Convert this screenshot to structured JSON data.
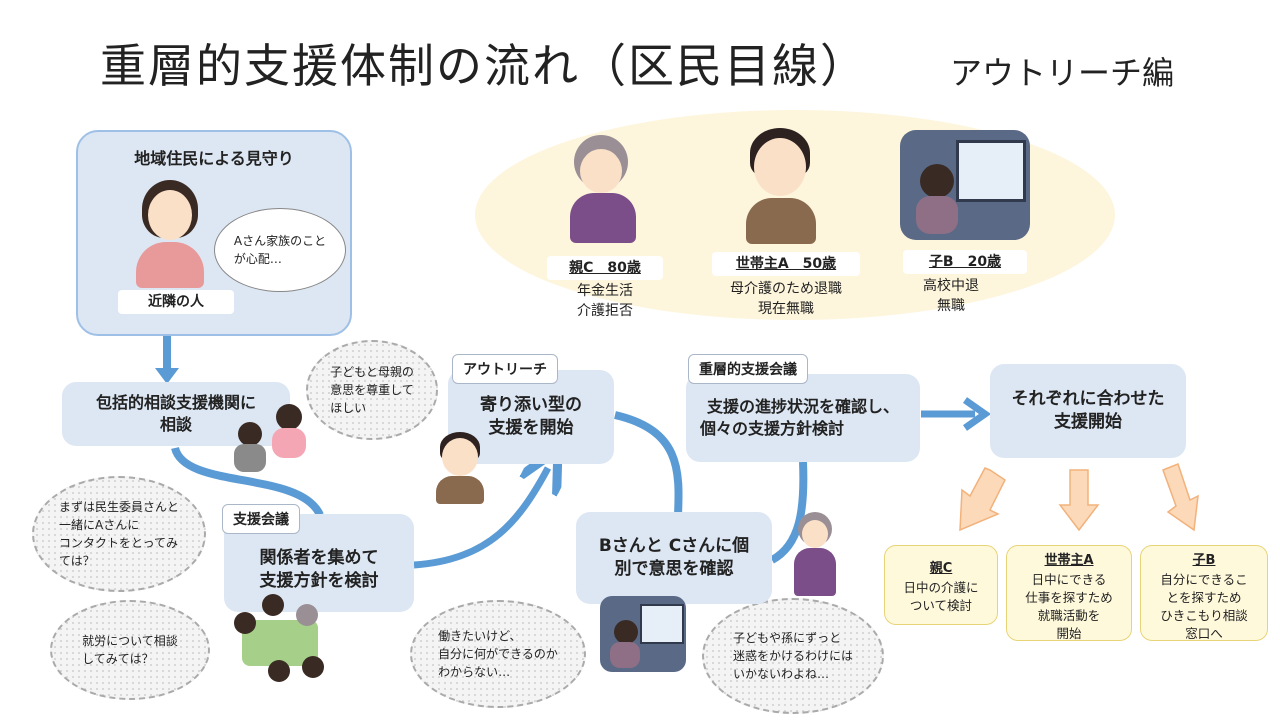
{
  "title": "重層的支援体制の流れ（区民目線）",
  "subtitle": "アウトリーチ編",
  "watch": {
    "heading": "地域住民による見守り",
    "speech": [
      "Aさん家族のこと",
      "が心配…"
    ],
    "neighbor": "近隣の人"
  },
  "family": [
    {
      "label": "親C　80歳",
      "desc": [
        "年金生活",
        "介護拒否"
      ]
    },
    {
      "label": "世帯主A　50歳",
      "desc": [
        "母介護のため退職",
        "現在無職"
      ]
    },
    {
      "label": "子B　20歳",
      "desc": [
        "高校中退",
        "無職"
      ]
    }
  ],
  "steps": {
    "consult": [
      "包括的相談支援機関に",
      "相談"
    ],
    "support_meeting_tag": "支援会議",
    "support_meeting": [
      "関係者を集めて",
      "支援方針を検討"
    ],
    "outreach_tag": "アウトリーチ",
    "outreach": [
      "寄り添い型の",
      "支援を開始"
    ],
    "confirm": [
      "Bさんと Cさんに個",
      "別で意思を確認"
    ],
    "multi_meeting_tag": "重層的支援会議",
    "multi_meeting": [
      "支援の進捗状況を確認し、",
      "個々の支援方針検討"
    ],
    "start": [
      "それぞれに合わせた",
      "支援開始"
    ]
  },
  "bubbles": {
    "respect": [
      "子どもと母親の",
      "意思を尊重して",
      "ほしい"
    ],
    "contact": [
      "まずは民生委員さんと",
      "一緒にAさんに",
      "コンタクトをとってみ",
      "ては？"
    ],
    "work": [
      "就労について相談",
      "してみては？"
    ],
    "want_work": [
      "働きたいけど、",
      "自分に何ができるのか",
      "わからない…"
    ],
    "no_burden": [
      "子どもや孫にずっと",
      "迷惑をかけるわけには",
      "いかないわよね…"
    ]
  },
  "results": [
    {
      "name": "親C",
      "lines": [
        "日中の介護に",
        "ついて検討"
      ]
    },
    {
      "name": "世帯主A",
      "lines": [
        "日中にできる",
        "仕事を探すため",
        "就職活動を",
        "開始"
      ]
    },
    {
      "name": "子B",
      "lines": [
        "自分にできるこ",
        "とを探すため",
        "ひきこもり相談",
        "窓口へ"
      ]
    }
  ],
  "colors": {
    "box": "#dde7f3",
    "arrow": "#5b9bd5",
    "result_bg": "#fff9dc",
    "down_arrow": "#f9cfa8",
    "ellipse": "#fdf3d6"
  }
}
